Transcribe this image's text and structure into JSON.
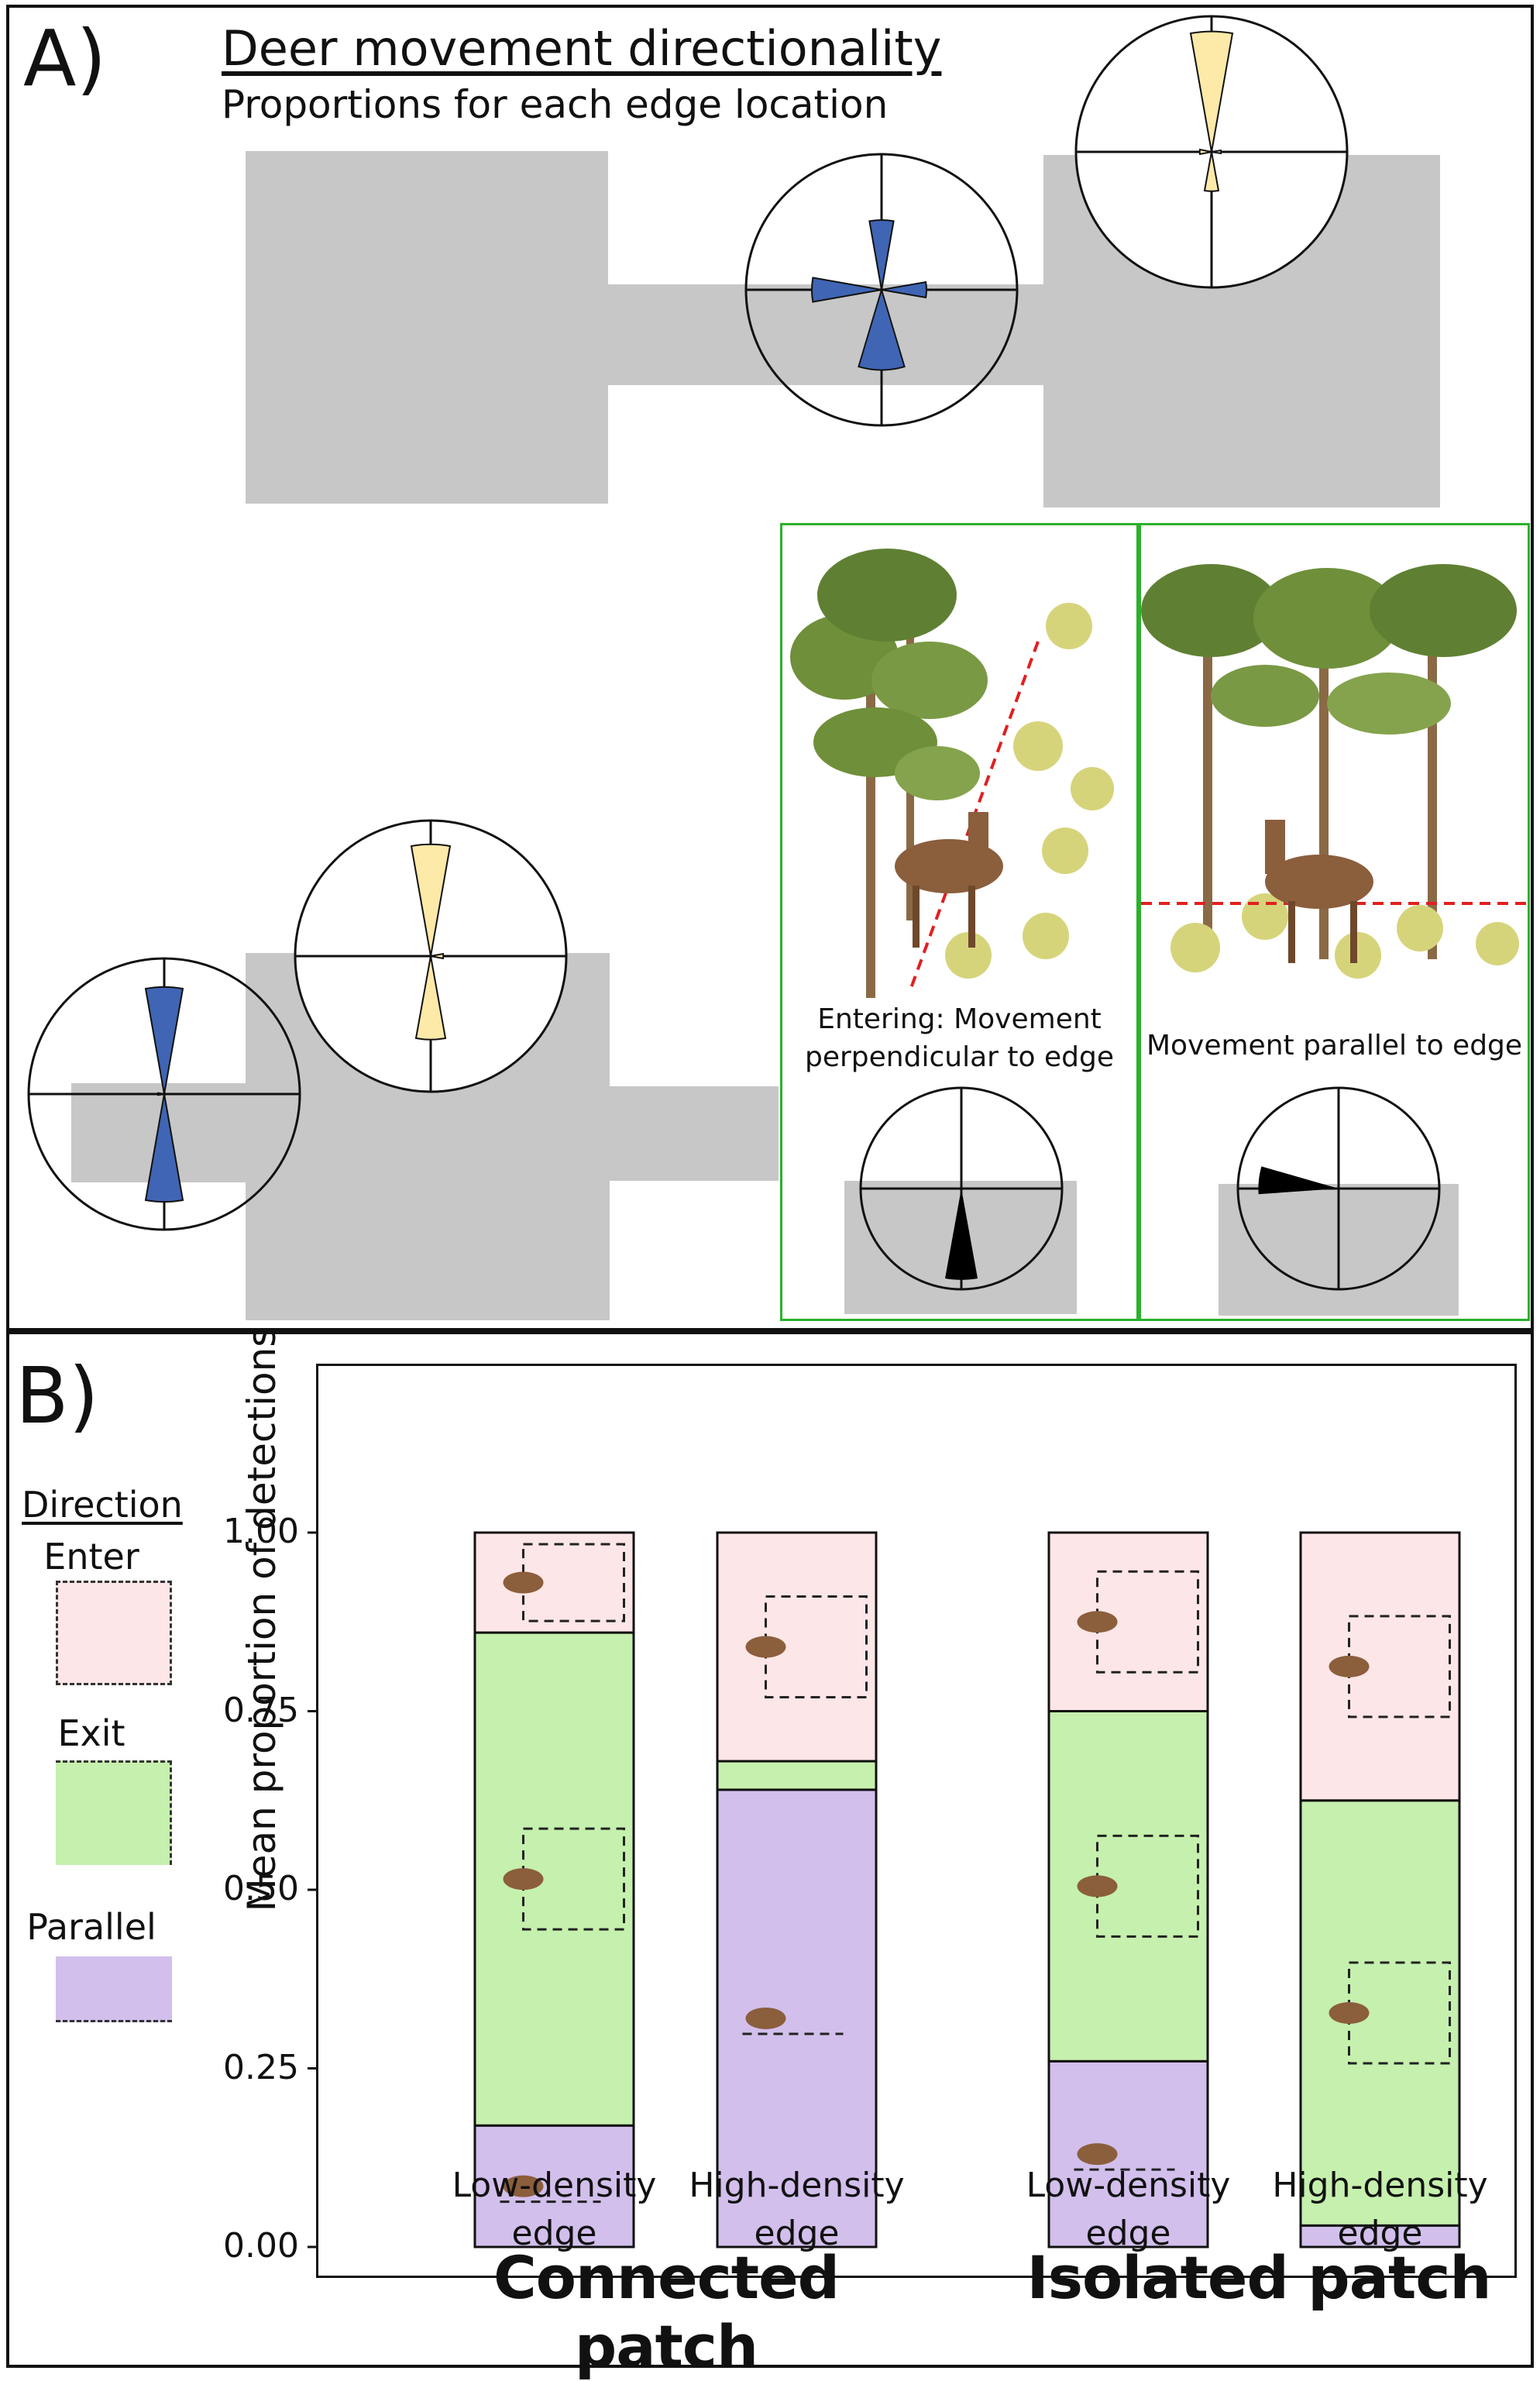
{
  "panel_a": {
    "letter": "A)",
    "title": "Deer movement directionality",
    "subtitle": "Proportions for each edge location",
    "inset_entering_caption": [
      "Entering: Movement",
      "perpendicular to edge"
    ],
    "inset_parallel_caption": "Movement parallel to edge",
    "rose_colors": {
      "connected_patch": "#3f65b4",
      "isolated_patch": "#fde9a8",
      "inset": "#000000"
    }
  },
  "panel_b": {
    "letter": "B)",
    "legend": {
      "title": "Direction",
      "items": [
        {
          "label": "Enter",
          "color": "#fde6e7"
        },
        {
          "label": "Exit",
          "color": "#c6f0ad"
        },
        {
          "label": "Parallel",
          "color": "#d2bfec"
        }
      ]
    },
    "group_labels": [
      "Connected patch",
      "Isolated patch"
    ]
  },
  "chart_data": {
    "type": "bar",
    "stacked": true,
    "categories": [
      "Low-density edge",
      "High-density edge",
      "Low-density edge",
      "High-density edge"
    ],
    "category_lines": [
      [
        "Low-density",
        "edge"
      ],
      [
        "High-density",
        "edge"
      ],
      [
        "Low-density",
        "edge"
      ],
      [
        "High-density",
        "edge"
      ]
    ],
    "groups": [
      {
        "name": "Connected patch",
        "categories": [
          0,
          1
        ]
      },
      {
        "name": "Isolated patch",
        "categories": [
          2,
          3
        ]
      }
    ],
    "series": [
      {
        "name": "Parallel",
        "color": "#d2bfec",
        "values": [
          0.17,
          0.64,
          0.26,
          0.03
        ]
      },
      {
        "name": "Exit",
        "color": "#c6f0ad",
        "values": [
          0.69,
          0.04,
          0.49,
          0.595
        ]
      },
      {
        "name": "Enter",
        "color": "#fde6e7",
        "values": [
          0.14,
          0.32,
          0.25,
          0.375
        ]
      }
    ],
    "ylabel": "Mean proportion of detections",
    "ylim": [
      0,
      1
    ],
    "yticks": [
      0.0,
      0.25,
      0.5,
      0.75,
      1.0
    ],
    "ytick_labels": [
      "0.00",
      "0.25",
      "0.50",
      "0.75",
      "1.00"
    ]
  }
}
